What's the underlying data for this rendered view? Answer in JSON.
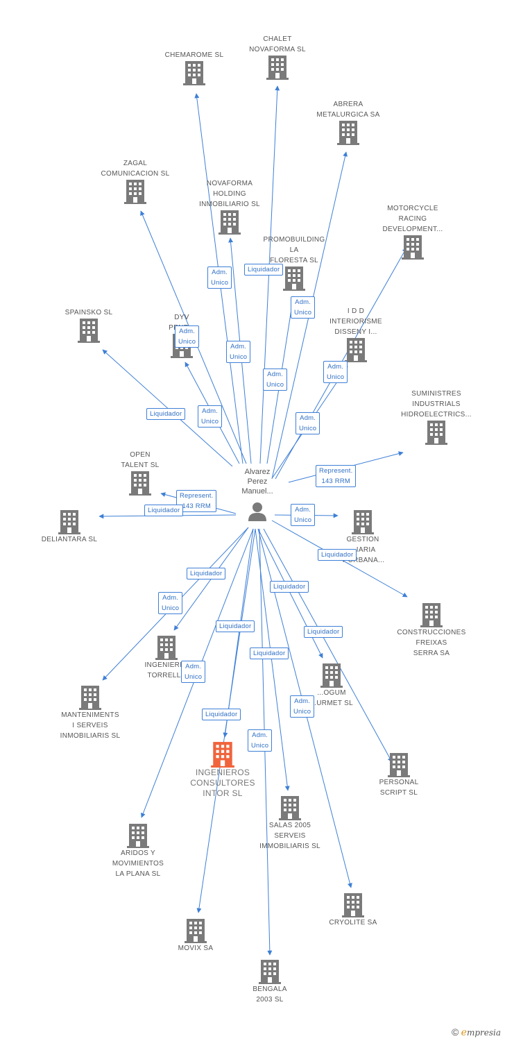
{
  "center": {
    "label": "Alvarez\nPerez\nManuel..."
  },
  "colors": {
    "edge": "#3d7fd6",
    "building": "#7a7a7a",
    "highlight": "#f0643c"
  },
  "nodes": [
    {
      "id": "chemarome",
      "label": "CHEMAROME SL"
    },
    {
      "id": "chalet",
      "label": "CHALET\nNOVAFORMA SL"
    },
    {
      "id": "abrera",
      "label": "ABRERA\nMETALURGICA SA"
    },
    {
      "id": "zagal",
      "label": "ZAGAL\nCOMUNICACION SL"
    },
    {
      "id": "novaforma",
      "label": "NOVAFORMA\nHOLDING\nINMOBILIARIO SL"
    },
    {
      "id": "motorcycle",
      "label": "MOTORCYCLE\nRACING\nDEVELOPMENT..."
    },
    {
      "id": "promobuilding",
      "label": "PROMOBUILDING\nLA\nFLORESTA SL"
    },
    {
      "id": "spainsko",
      "label": "SPAINSKO SL"
    },
    {
      "id": "dyv",
      "label": "DYV\nPENE..."
    },
    {
      "id": "idd",
      "label": "I D D\nINTERIORISME\nDISSENY I..."
    },
    {
      "id": "suministres",
      "label": "SUMINISTRES\nINDUSTRIALS\nHIDROELECTRICS..."
    },
    {
      "id": "opentalent",
      "label": "OPEN\nTALENT SL"
    },
    {
      "id": "deliantara",
      "label": "DELIANTARA SL"
    },
    {
      "id": "gestion",
      "label": "GESTION\n...IARIA\nY URBANA..."
    },
    {
      "id": "construcciones",
      "label": "CONSTRUCCIONES\nFREIXAS\nSERRA SA"
    },
    {
      "id": "ingtorrella",
      "label": "INGENIERI...\nTORRELLA"
    },
    {
      "id": "manteniments",
      "label": "MANTENIMENTS\nI SERVEIS\nINMOBILIARIS SL"
    },
    {
      "id": "gourmet",
      "label": "...OGUM\n...URMET SL"
    },
    {
      "id": "personal",
      "label": "PERSONAL\nSCRIPT SL"
    },
    {
      "id": "intor",
      "label": "INGENIEROS\nCONSULTORES\nINTOR SL"
    },
    {
      "id": "salas",
      "label": "SALAS 2005\nSERVEIS\nIMMOBILIARIS SL"
    },
    {
      "id": "aridos",
      "label": "ARIDOS Y\nMOVIMIENTOS\nLA PLANA SL"
    },
    {
      "id": "cryolite",
      "label": "CRYOLITE SA"
    },
    {
      "id": "movix",
      "label": "MOVIX SA"
    },
    {
      "id": "bengala",
      "label": "BENGALA\n2003 SL"
    }
  ],
  "relations": [
    {
      "id": "r1",
      "label": "Adm.\nUnico"
    },
    {
      "id": "r2",
      "label": "Liquidador"
    },
    {
      "id": "r3",
      "label": "Adm.\nUnico"
    },
    {
      "id": "r4",
      "label": "Adm.\nUnico"
    },
    {
      "id": "r5",
      "label": "Adm.\nUnico"
    },
    {
      "id": "r6",
      "label": "Adm.\nUnico"
    },
    {
      "id": "r7",
      "label": "Adm.\nUnico"
    },
    {
      "id": "r8",
      "label": "Liquidador"
    },
    {
      "id": "r9",
      "label": "Adm.\nUnico"
    },
    {
      "id": "r10",
      "label": "Adm.\nUnico"
    },
    {
      "id": "r11",
      "label": "Represent.\n143 RRM"
    },
    {
      "id": "r12",
      "label": "Represent.\n143 RRM"
    },
    {
      "id": "r13",
      "label": "Liquidador"
    },
    {
      "id": "r14",
      "label": "Adm.\nUnico"
    },
    {
      "id": "r15",
      "label": "Liquidador"
    },
    {
      "id": "r16",
      "label": "Liquidador"
    },
    {
      "id": "r17",
      "label": "Adm.\nUnico"
    },
    {
      "id": "r18",
      "label": "Liquidador"
    },
    {
      "id": "r19",
      "label": "Liquidador"
    },
    {
      "id": "r20",
      "label": "Liquidador"
    },
    {
      "id": "r21",
      "label": "Liquidador"
    },
    {
      "id": "r22",
      "label": "Adm.\nUnico"
    },
    {
      "id": "r23",
      "label": "Liquidador"
    },
    {
      "id": "r24",
      "label": "Adm.\nUnico"
    },
    {
      "id": "r25",
      "label": "Adm.\nUnico"
    }
  ],
  "brand": {
    "copyright": "©",
    "initial": "e",
    "name": "mpresia"
  }
}
